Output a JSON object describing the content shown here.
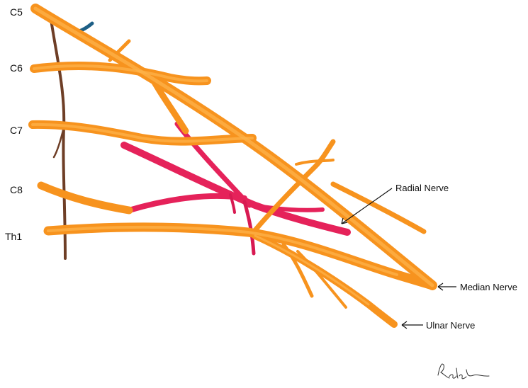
{
  "roots": {
    "c5": "C5",
    "c6": "C6",
    "c7": "C7",
    "c8": "C8",
    "th1": "Th1"
  },
  "nerves": {
    "radial": "Radial Nerve",
    "median": "Median Nerve",
    "ulnar": "Ulnar Nerve"
  },
  "colors": {
    "nerve_main": "#f7931e",
    "nerve_light": "#fdb44b",
    "nerve_dark": "#e07810",
    "radial": "#e5225a",
    "radial_dark": "#c8104a",
    "sympathetic": "#7a4a30",
    "phrenic": "#1d5f86",
    "annotation": "#111111"
  }
}
